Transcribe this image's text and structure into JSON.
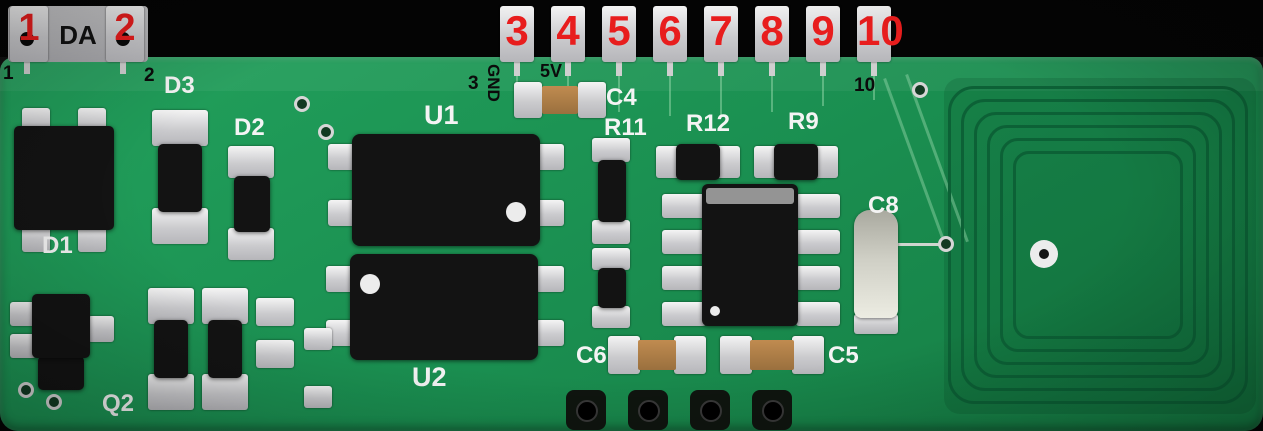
{
  "meta": {
    "description": "RFID reader PCB module photo with annotated pin numbers"
  },
  "colors": {
    "background": "#000000",
    "board_green": "#1b9152",
    "pad_silver": "#d9d9d9",
    "component_black": "#141414",
    "capacitor_tan": "#b17f47",
    "annotation_red": "#e81d1d",
    "silkscreen_white": "#f4f4f4",
    "silkscreen_black": "#0b0b0b"
  },
  "pins": {
    "pad1": {
      "red_label": "1",
      "board_label": "1"
    },
    "pad2": {
      "red_label": "2",
      "board_label": "2"
    },
    "da_marking": "DA",
    "top_row_red": [
      "3",
      "4",
      "5",
      "6",
      "7",
      "8",
      "9",
      "10"
    ],
    "pin3_board_label": "3",
    "pin10_board_label": "10",
    "pin3_net": "GND",
    "pin4_net": "5V"
  },
  "components": {
    "d1": "D1",
    "d2": "D2",
    "d3": "D3",
    "u1": "U1",
    "u2": "U2",
    "q2": "Q2",
    "c4": "C4",
    "c5": "C5",
    "c6": "C6",
    "c8": "C8",
    "r9": "R9",
    "r11": "R11",
    "r12": "R12"
  }
}
